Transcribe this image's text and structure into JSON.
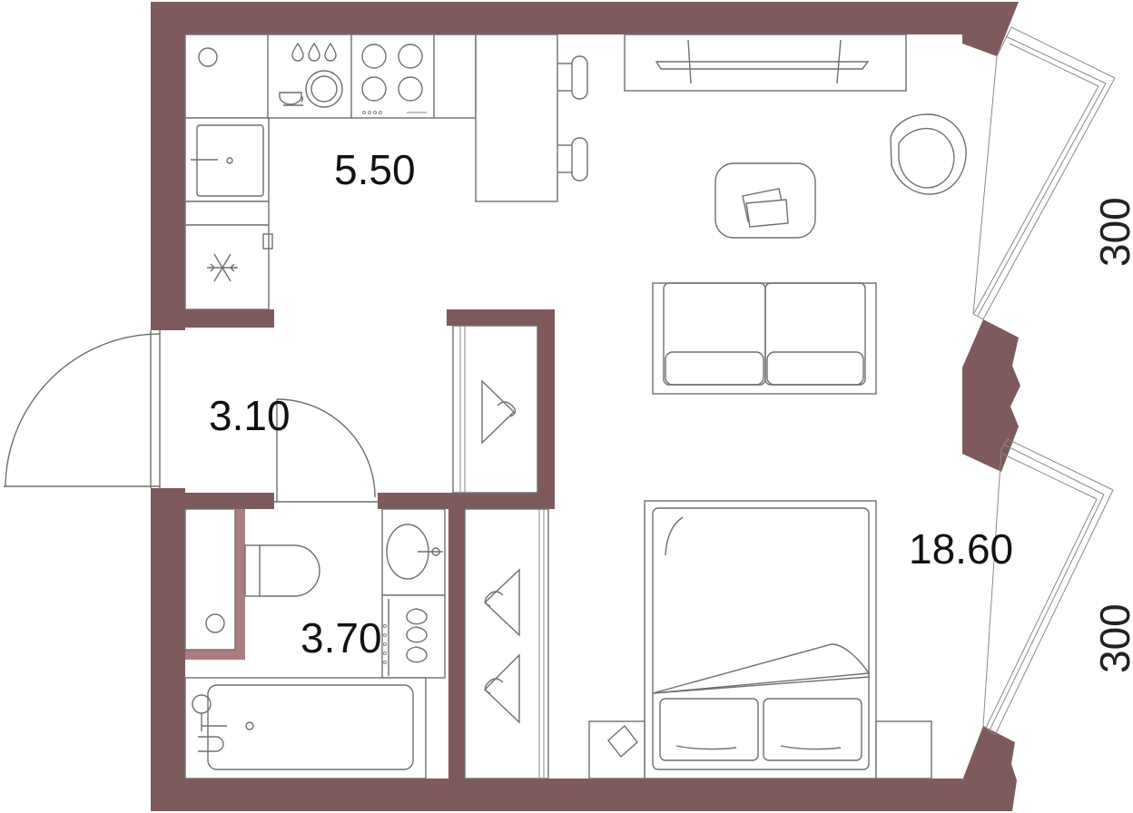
{
  "rooms": {
    "kitchen_area": "5.50",
    "hall_area": "3.10",
    "bathroom_area": "3.70",
    "living_area": "18.60"
  },
  "windows": {
    "upper_width": "300",
    "lower_width": "300"
  },
  "colors": {
    "wall": "#7e5a5c",
    "wall_light": "#a97c80",
    "line": "#6f6f6f"
  }
}
